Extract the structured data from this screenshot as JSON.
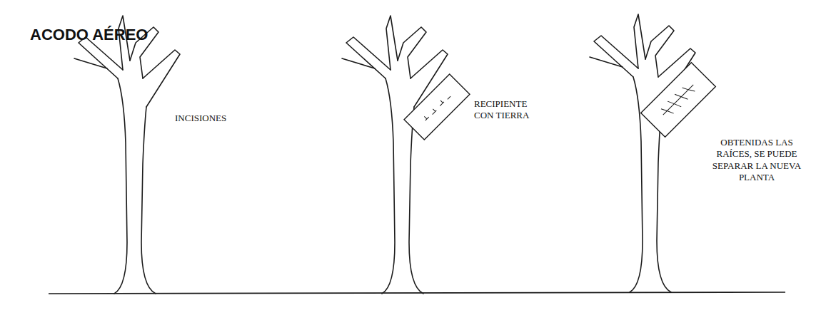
{
  "diagram": {
    "title": "ACODO AÉREO",
    "labels": [
      "INCISIONES",
      "RECIPIENTE CON TIERRA",
      "OBTENIDAS LAS RAÍCES, SE PUEDE SEPARAR LA NUEVA PLANTA"
    ]
  }
}
